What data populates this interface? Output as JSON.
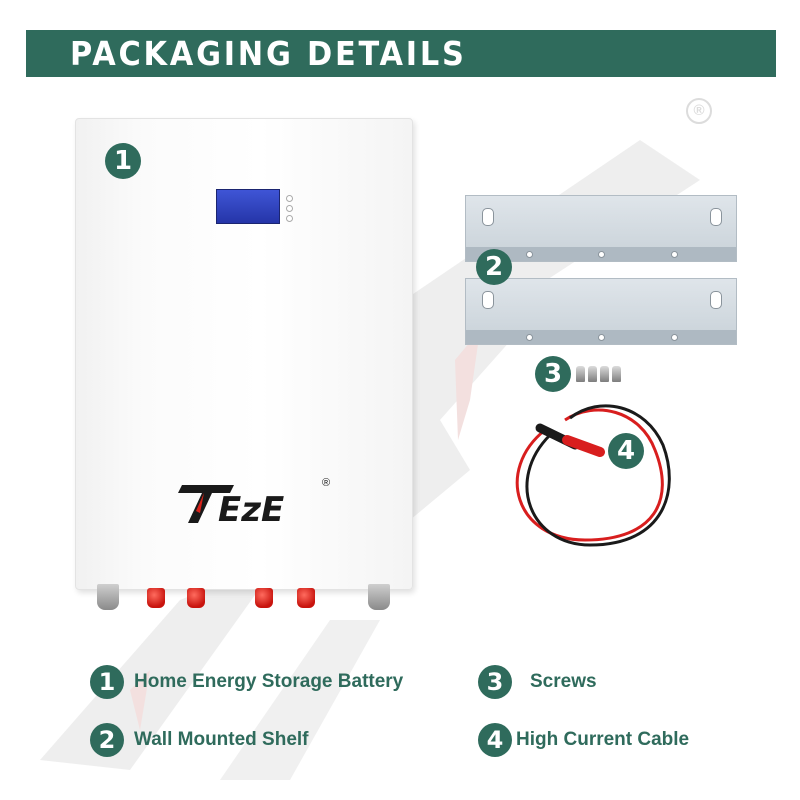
{
  "header": {
    "title": "PACKAGING DETAILS"
  },
  "brand": {
    "logo_text": "TEZE",
    "registered": "®"
  },
  "colors": {
    "accent": "#2f6b5c",
    "terminal_red": "#d8221a",
    "lcd_blue": "#3346c4"
  },
  "callouts": [
    {
      "number": "1"
    },
    {
      "number": "2"
    },
    {
      "number": "3"
    },
    {
      "number": "4"
    }
  ],
  "legend": [
    {
      "number": "1",
      "label": "Home Energy Storage Battery"
    },
    {
      "number": "2",
      "label": "Wall Mounted Shelf"
    },
    {
      "number": "3",
      "label": "Screws"
    },
    {
      "number": "4",
      "label": "High Current Cable"
    }
  ]
}
